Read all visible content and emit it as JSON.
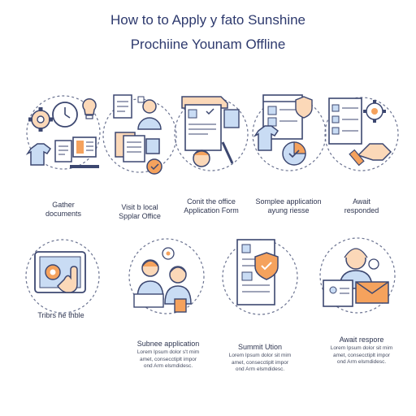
{
  "title": {
    "line1": "How to to Apply y fato Sunshine",
    "line2": "Prochiine Younam Offline"
  },
  "colors": {
    "outline": "#3c4770",
    "accent_blue": "#c9dcf4",
    "accent_orange": "#f5a25d",
    "accent_peach": "#fbd8b8",
    "dash": "#6b7391"
  },
  "steps": [
    {
      "id": "gather",
      "icon": "documents-clock-gear-icon",
      "label": [
        "Gather",
        "documents"
      ],
      "body": []
    },
    {
      "id": "visit",
      "icon": "office-documents-person-icon",
      "label": [
        "Visit b local",
        "Spplar Office"
      ],
      "body": []
    },
    {
      "id": "contact",
      "icon": "application-form-person-icon",
      "label": [
        "Conit the office",
        "Application Form"
      ],
      "body": []
    },
    {
      "id": "complete",
      "icon": "browser-shield-person-icon",
      "label": [
        "Somplee application",
        "ayung riesse"
      ],
      "body": []
    },
    {
      "id": "await1",
      "icon": "checklist-gear-handshake-icon",
      "label": [
        "Await",
        "responded"
      ],
      "body": []
    },
    {
      "id": "tablet",
      "icon": "tablet-hand-gear-icon",
      "label": [
        "Tribrs he thble"
      ],
      "body": []
    },
    {
      "id": "submit-app",
      "icon": "two-people-laptop-icon",
      "label": [
        "Subnee application"
      ],
      "body": [
        "Lorem Ipsum dolor s't mim",
        "amet, consecctiplt impor",
        "ond Arm elsmdidesc."
      ]
    },
    {
      "id": "summit",
      "icon": "document-shield-check-icon",
      "label": [
        "Summit Ution"
      ],
      "body": [
        "Lorem Ipsum dolor sit mim",
        "amet, consecctiplt impor",
        "ond Arm elsmdidesc."
      ]
    },
    {
      "id": "await2",
      "icon": "person-mail-document-icon",
      "label": [
        "Await respore"
      ],
      "body": [
        "Lorem Ipsum dolor sit mim",
        "amet, consecctiplt impor",
        "ond Arm elsmdidesc."
      ]
    }
  ]
}
